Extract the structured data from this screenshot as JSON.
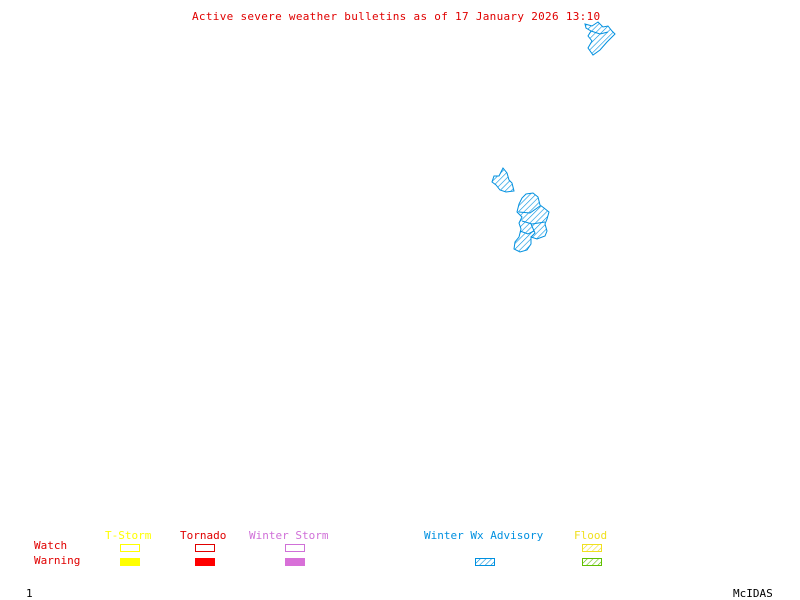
{
  "title": "Active severe weather bulletins as of 17 January 2026 13:10",
  "legend": {
    "row_labels": {
      "watch": "Watch",
      "warning": "Warning"
    },
    "row_label_color": "#e00000",
    "categories": [
      {
        "name": "T-Storm",
        "color": "#ffff00",
        "watch": "outline",
        "warning": "filled"
      },
      {
        "name": "Tornado",
        "color": "#e00000",
        "watch": "outline",
        "warning": "filled"
      },
      {
        "name": "Winter Storm",
        "color": "#d070d8",
        "watch": "outline",
        "warning": "filled"
      },
      {
        "name": "Winter Wx Advisory",
        "color": "#0090e0",
        "warning": "hatched"
      },
      {
        "name": "Flood",
        "color": "#f0e020",
        "warning_color": "#60c000",
        "watch": "hatched",
        "warning": "hatched"
      }
    ]
  },
  "areas": {
    "color": "#0090e0",
    "type": "Winter Wx Advisory",
    "count": 3
  },
  "footer": {
    "frame_number": "1",
    "brand": "McIDAS"
  }
}
